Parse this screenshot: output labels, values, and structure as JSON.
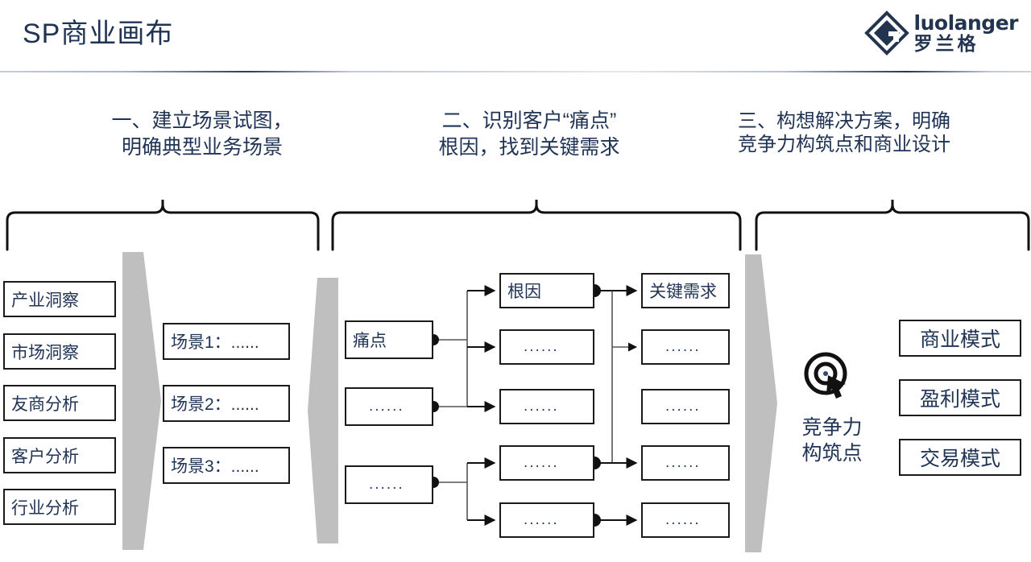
{
  "header": {
    "title": "SP商业画布",
    "logo": {
      "latin": "luolanger",
      "chinese": "罗兰格",
      "mark": "diamond-logo-icon"
    }
  },
  "sections": [
    {
      "id": "scenario",
      "heading": "一、建立场景试图，\n明确典型业务场景"
    },
    {
      "id": "painpoint",
      "heading": "二、识别客户“痛点”\n根因，找到关键需求"
    },
    {
      "id": "solution",
      "heading": "三、构想解决方案，明确\n竞争力构筑点和商业设计"
    }
  ],
  "columns": {
    "insights": {
      "items": [
        {
          "label": "产业洞察"
        },
        {
          "label": "市场洞察"
        },
        {
          "label": "友商分析"
        },
        {
          "label": "客户分析"
        },
        {
          "label": "行业分析"
        }
      ]
    },
    "scenarios": {
      "items": [
        {
          "label": "场景1：......"
        },
        {
          "label": "场景2：......"
        },
        {
          "label": "场景3：......"
        }
      ]
    },
    "painpoints": {
      "items": [
        {
          "label": "痛点"
        },
        {
          "label": "......"
        },
        {
          "label": "......"
        }
      ]
    },
    "rootcauses": {
      "items": [
        {
          "label": "根因"
        },
        {
          "label": "......"
        },
        {
          "label": "......"
        },
        {
          "label": "......"
        },
        {
          "label": "......"
        }
      ]
    },
    "keyrequirements": {
      "items": [
        {
          "label": "关键需求"
        },
        {
          "label": "......"
        },
        {
          "label": "......"
        },
        {
          "label": "......"
        },
        {
          "label": "......"
        }
      ]
    },
    "competitiveness": {
      "icon": "target-cursor-icon",
      "label": "竞争力\n构筑点"
    },
    "models": {
      "items": [
        {
          "label": "商业模式"
        },
        {
          "label": "盈利模式"
        },
        {
          "label": "交易模式"
        }
      ]
    }
  },
  "colors": {
    "text_navy": "#1f3354",
    "box_border": "#1a1a1a",
    "chevron_gray": "#bfbfbf",
    "connector_dark": "#111111",
    "connector_light": "#7f7f7f",
    "background": "#ffffff"
  }
}
